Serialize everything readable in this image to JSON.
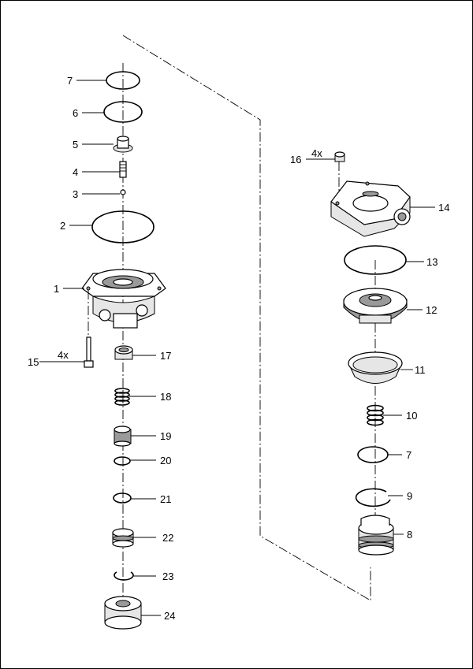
{
  "frame_border": "#000000",
  "labels": {
    "p1": "1",
    "p2": "2",
    "p3": "3",
    "p4": "4",
    "p5": "5",
    "p6": "6",
    "p7": "7",
    "p15": "15",
    "p15_qty": "4x",
    "p17": "17",
    "p18": "18",
    "p19": "19",
    "p20": "20",
    "p21": "21",
    "p22": "22",
    "p23": "23",
    "p24": "24",
    "p16": "16",
    "p16_qty": "4x",
    "p14": "14",
    "p13": "13",
    "p12": "12",
    "p11": "11",
    "p10": "10",
    "p7b": "7",
    "p9": "9",
    "p8": "8"
  }
}
